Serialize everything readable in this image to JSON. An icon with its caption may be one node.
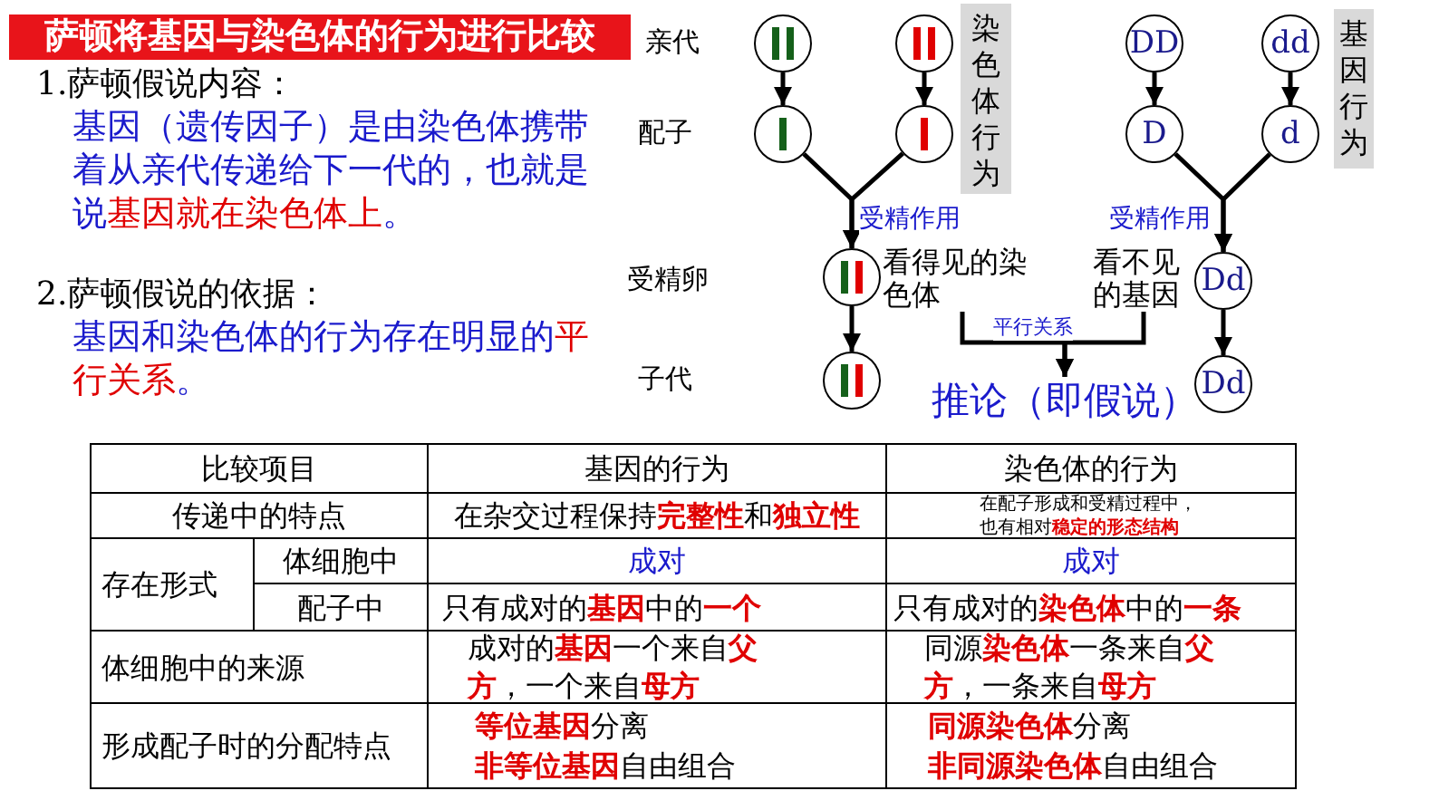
{
  "diagram": {
    "title": "萨顿将基因与染色体的行为进行比较",
    "nodes": [
      {
        "text": [],
        "shape": "circle"
      },
      {
        "text": [],
        "shape": "circle"
      },
      {
        "text": [
          "染色体行为"
        ]
      },
      {
        "text": [
          "DD"
        ]
      },
      {
        "text": [
          "dd"
        ]
      },
      {
        "text": [
          "基因行为"
        ]
      },
      {
        "text": [],
        "shape": "circle"
      },
      {
        "text": [],
        "shape": "circle"
      },
      {
        "text": [
          "D"
        ]
      },
      {
        "text": [
          "d"
        ]
      },
      {
        "text": [],
        "shape": "circle"
      },
      {
        "text": [
          "看得见的染色体"
        ]
      },
      {
        "text": [
          "看不见的基因"
        ]
      },
      {
        "text": [
          "Dd"
        ]
      },
      {
        "text": [],
        "shape": "circle"
      },
      {
        "text": [
          "推论（即假说）"
        ]
      },
      {
        "text": [
          "Dd"
        ]
      }
    ],
    "edges": [
      {
        "from": 0,
        "to": 6,
        "arrow": "to"
      },
      {
        "from": 1,
        "to": 7,
        "arrow": "to"
      },
      {
        "from": 3,
        "to": 8,
        "arrow": "to"
      },
      {
        "from": 4,
        "to": 9,
        "arrow": "to"
      },
      {
        "from": 6,
        "to": 10,
        "arrow": "to",
        "label": "受精作用"
      },
      {
        "from": 7,
        "to": 10,
        "arrow": "to"
      },
      {
        "from": 8,
        "to": 13,
        "arrow": "to",
        "label": "受精作用"
      },
      {
        "from": 9,
        "to": 13,
        "arrow": "to"
      },
      {
        "from": 11,
        "to": 15,
        "arrow": "to",
        "label": "平行关系"
      },
      {
        "from": 12,
        "to": 15,
        "arrow": "to"
      },
      {
        "from": 10,
        "to": 14,
        "arrow": "to"
      },
      {
        "from": 13,
        "to": 16,
        "arrow": "to"
      }
    ],
    "labels": [
      "1.萨顿假说内容：",
      "基因（遗传因子）是由染色体携带着从亲代传递给下一代的，也就是说**基因就在染色体上**。",
      "2.萨顿假说的依据：",
      "基因和染色体的行为存在明显的**平行关系**。",
      "亲代",
      "配子",
      "受精卵",
      "子代",
      "比较项目",
      "基因的行为",
      "染色体的行为",
      "传递中的特点",
      "在杂交过程保持**完整性**和**独立性**",
      "在配子形成和受精过程中，也有相对**稳定的形态结构**",
      "存在形式",
      "体细胞中",
      "成对",
      "成对",
      "配子中",
      "只有成对的**基因**中的**一个**",
      "只有成对的**染色体**中的**一条**",
      "体细胞中的来源",
      "成对的**基因**一个来自**父方**，一个来自**母方**",
      "同源**染色体**一条来自**父方**，一条来自**母方**",
      "形成配子时的分配特点",
      "**等位基因**分离",
      "**非等位基因**自由组合",
      "**同源染色体**分离",
      "**非同源染色体**自由组合"
    ]
  }
}
